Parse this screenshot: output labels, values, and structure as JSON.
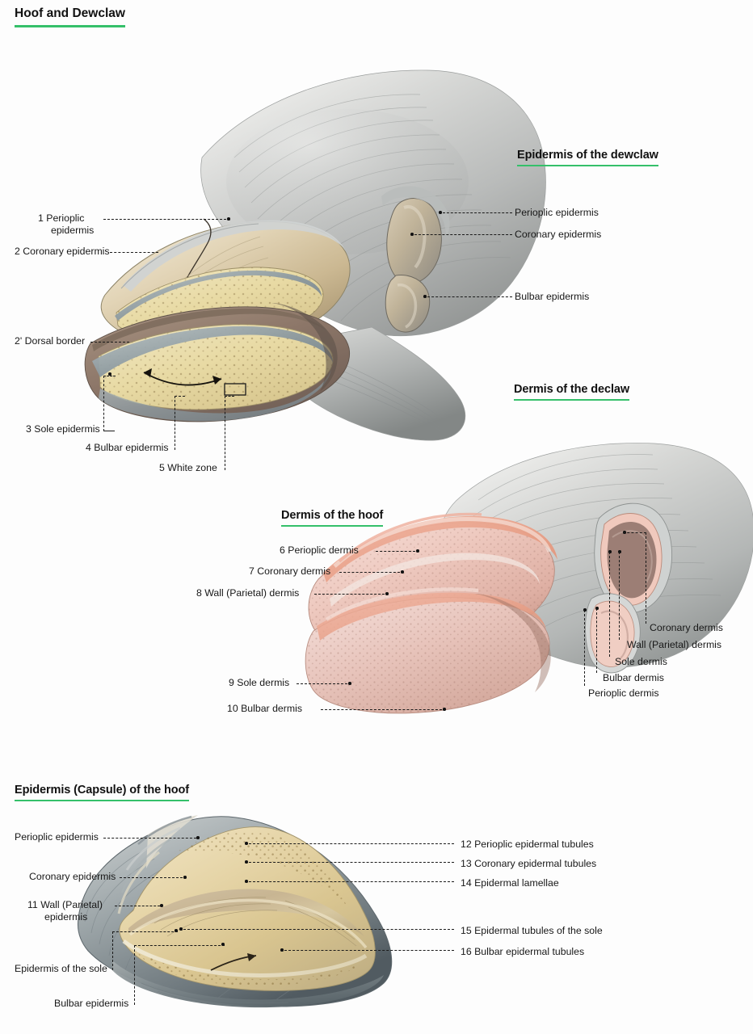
{
  "page": {
    "title": "Hoof and Dewclaw",
    "accent_color": "#35c06a",
    "background_color": "#fdfdfd",
    "text_color": "#181818"
  },
  "headings": {
    "epidermis_dewclaw": "Epidermis of the dewclaw",
    "dermis_declaw": "Dermis of the declaw",
    "dermis_hoof": "Dermis of the hoof",
    "epidermis_capsule_hoof": "Epidermis (Capsule) of the hoof"
  },
  "figure_hoof_epidermis": {
    "labels": [
      {
        "num": "1",
        "text": "Perioplic",
        "text2": "epidermis"
      },
      {
        "num": "2",
        "text": "Coronary epidermis"
      },
      {
        "num": "2'",
        "text": "Dorsal border"
      },
      {
        "num": "3",
        "text": "Sole epidermis"
      },
      {
        "num": "4",
        "text": "Bulbar epidermis"
      },
      {
        "num": "5",
        "text": "White zone"
      }
    ]
  },
  "figure_dewclaw_epidermis": {
    "labels": [
      {
        "text": "Perioplic epidermis"
      },
      {
        "text": "Coronary epidermis"
      },
      {
        "text": "Bulbar epidermis"
      }
    ]
  },
  "figure_hoof_dermis": {
    "labels": [
      {
        "num": "6",
        "text": "Perioplic dermis"
      },
      {
        "num": "7",
        "text": "Coronary dermis"
      },
      {
        "num": "8",
        "text": "Wall (Parietal) dermis"
      },
      {
        "num": "9",
        "text": "Sole dermis"
      },
      {
        "num": "10",
        "text": "Bulbar dermis"
      }
    ]
  },
  "figure_declaw_dermis": {
    "labels": [
      {
        "text": "Coronary dermis"
      },
      {
        "text": "Wall (Parietal) dermis"
      },
      {
        "text": "Sole dermis"
      },
      {
        "text": "Bulbar dermis"
      },
      {
        "text": "Perioplic dermis"
      }
    ]
  },
  "figure_capsule": {
    "left_labels": [
      {
        "num": "",
        "text": "Perioplic epidermis"
      },
      {
        "num": "",
        "text": "Coronary epidermis"
      },
      {
        "num": "11",
        "text": "Wall (Parietal)",
        "text2": "epidermis"
      },
      {
        "num": "",
        "text": "Epidermis of the sole"
      },
      {
        "num": "",
        "text": "Bulbar epidermis"
      }
    ],
    "right_labels": [
      {
        "num": "12",
        "text": "Perioplic epidermal tubules"
      },
      {
        "num": "13",
        "text": "Coronary epidermal tubules"
      },
      {
        "num": "14",
        "text": "Epidermal lamellae"
      },
      {
        "num": "15",
        "text": "Epidermal tubules of the sole"
      },
      {
        "num": "16",
        "text": "Bulbar epidermal tubules"
      }
    ]
  }
}
